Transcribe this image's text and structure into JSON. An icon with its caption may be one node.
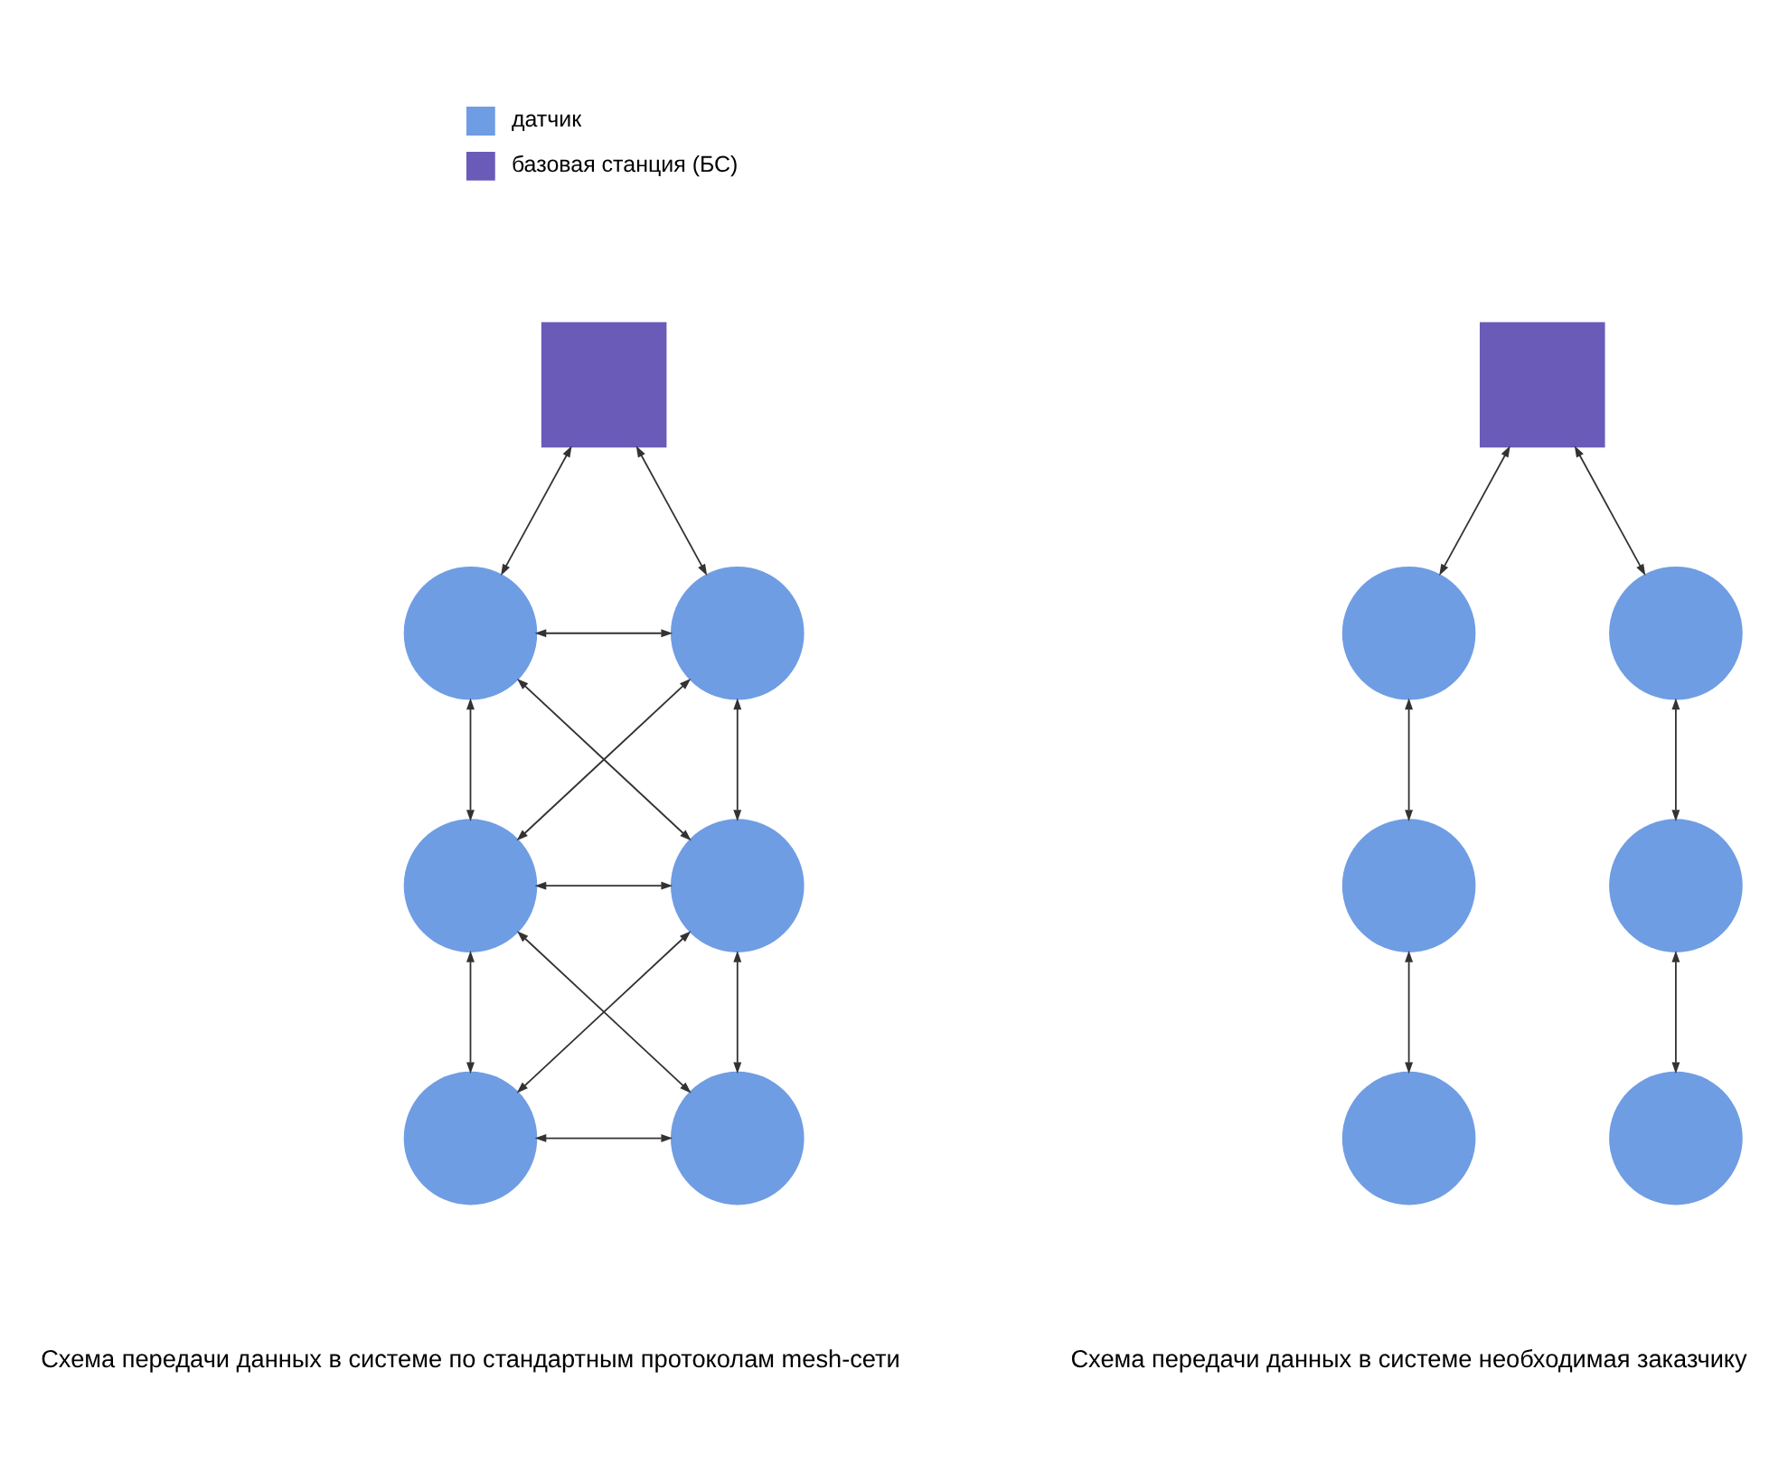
{
  "diagram": {
    "nodes": [
      {
        "text": [],
        "shape": "box"
      },
      {
        "text": [],
        "shape": "circle"
      },
      {
        "text": [],
        "shape": "circle"
      },
      {
        "text": [],
        "shape": "circle"
      },
      {
        "text": [],
        "shape": "circle"
      },
      {
        "text": [],
        "shape": "circle"
      },
      {
        "text": [],
        "shape": "circle"
      },
      {
        "text": [],
        "shape": "box"
      },
      {
        "text": [],
        "shape": "circle"
      },
      {
        "text": [],
        "shape": "circle"
      },
      {
        "text": [],
        "shape": "circle"
      },
      {
        "text": [],
        "shape": "circle"
      },
      {
        "text": [],
        "shape": "circle"
      },
      {
        "text": [],
        "shape": "circle"
      }
    ],
    "edges": [
      {
        "from": 0,
        "to": 1,
        "arrow": "both"
      },
      {
        "from": 0,
        "to": 2,
        "arrow": "both"
      },
      {
        "from": 1,
        "to": 2,
        "arrow": "both"
      },
      {
        "from": 1,
        "to": 3,
        "arrow": "both"
      },
      {
        "from": 2,
        "to": 4,
        "arrow": "both"
      },
      {
        "from": 1,
        "to": 4,
        "arrow": "both"
      },
      {
        "from": 2,
        "to": 3,
        "arrow": "both"
      },
      {
        "from": 3,
        "to": 4,
        "arrow": "both"
      },
      {
        "from": 3,
        "to": 5,
        "arrow": "both"
      },
      {
        "from": 4,
        "to": 6,
        "arrow": "both"
      },
      {
        "from": 3,
        "to": 6,
        "arrow": "both"
      },
      {
        "from": 4,
        "to": 5,
        "arrow": "both"
      },
      {
        "from": 5,
        "to": 6,
        "arrow": "both"
      },
      {
        "from": 7,
        "to": 8,
        "arrow": "both"
      },
      {
        "from": 7,
        "to": 9,
        "arrow": "both"
      },
      {
        "from": 8,
        "to": 10,
        "arrow": "both"
      },
      {
        "from": 10,
        "to": 12,
        "arrow": "both"
      },
      {
        "from": 9,
        "to": 11,
        "arrow": "both"
      },
      {
        "from": 11,
        "to": 13,
        "arrow": "both"
      }
    ],
    "labels": [
      "Схема передачи данных в системе по стандартным протоколам mesh-сети",
      "Схема передачи данных в системе необходимая заказчику"
    ],
    "legend": [
      {
        "text": "датчик",
        "color": "#6f9de3"
      },
      {
        "text": "базовая станция (БС)",
        "color": "#6a5bb8"
      }
    ]
  }
}
